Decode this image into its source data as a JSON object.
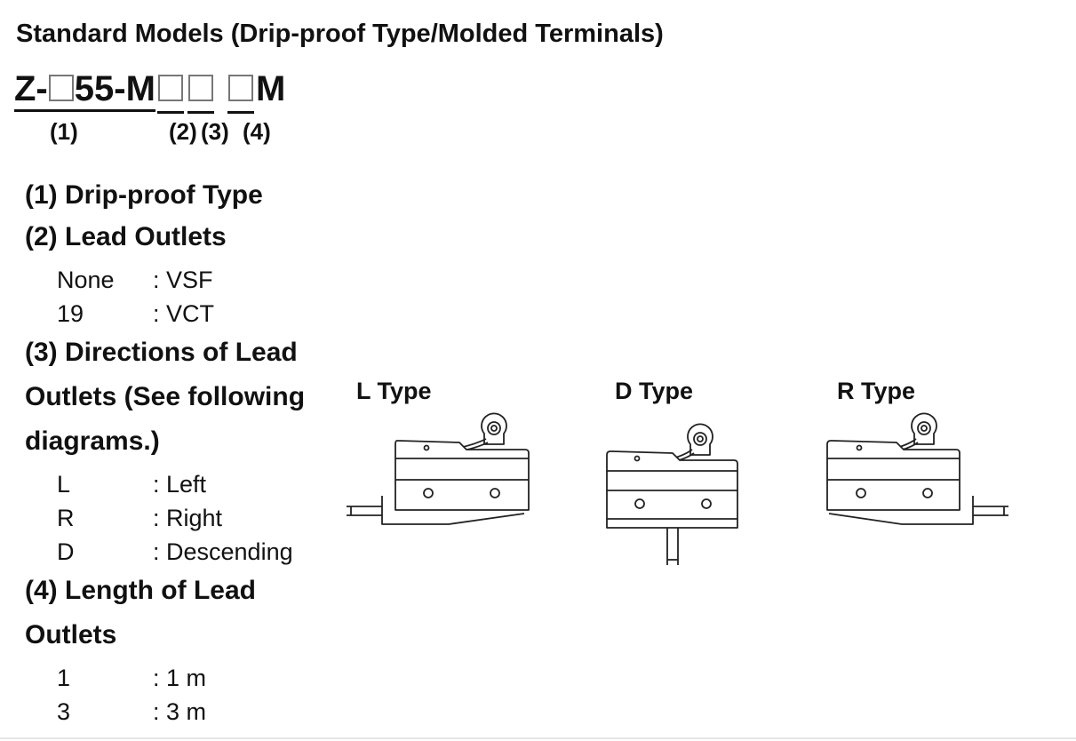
{
  "title": "Standard Models (Drip-proof Type/Molded Terminals)",
  "model": {
    "prefix": "Z-",
    "mid": "55-M",
    "suffix": "M"
  },
  "callouts": [
    "(1)",
    "(2)",
    "(3)",
    "(4)"
  ],
  "sections": {
    "s1": {
      "heading": "(1) Drip-proof Type"
    },
    "s2": {
      "heading": "(2) Lead Outlets",
      "rows": [
        {
          "key": "None",
          "value": ": VSF"
        },
        {
          "key": "19",
          "value": ": VCT"
        }
      ]
    },
    "s3": {
      "heading_lines": [
        "(3) Directions of Lead",
        "Outlets (See following",
        "diagrams.)"
      ],
      "rows": [
        {
          "key": "L",
          "value": ": Left"
        },
        {
          "key": "R",
          "value": ": Right"
        },
        {
          "key": "D",
          "value": ": Descending"
        }
      ]
    },
    "s4": {
      "heading_lines": [
        "(4) Length of Lead",
        "Outlets"
      ],
      "rows": [
        {
          "key": "1",
          "value": ": 1 m"
        },
        {
          "key": "3",
          "value": ": 3 m"
        }
      ]
    }
  },
  "diagrams": [
    {
      "label": "L Type",
      "icon": "switch-lead-left-diagram"
    },
    {
      "label": "D Type",
      "icon": "switch-lead-descending-diagram"
    },
    {
      "label": "R Type",
      "icon": "switch-lead-right-diagram"
    }
  ]
}
